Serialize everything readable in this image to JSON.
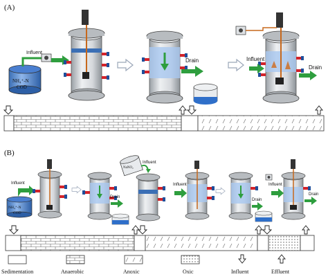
{
  "panel_a": {
    "label": "(A)",
    "influent_label": "Influent",
    "nh4_label": "NH₄⁺-N",
    "cod_label": "COD",
    "drain_label": "Drain",
    "influent2_label": "Influent",
    "drain2_label": "Drain"
  },
  "panel_b": {
    "label": "(B)",
    "influent_label": "Influent",
    "nh4_label": "NH₄⁺-N",
    "cod_label": "COD",
    "drain_label": "Drain",
    "nano2_label": "NaNO₂",
    "influent2_label": "Influent",
    "influent3_label": "Influent",
    "drain2_label": "Drain",
    "influent4_label": "Influent",
    "drain3_label": "Drain"
  },
  "legend": {
    "sedimentation": "Sedimentation",
    "anaerobic": "Anaerobic",
    "anoxic": "Anoxic",
    "oxic": "Oxic",
    "influent": "Influent",
    "effluent": "Effluent"
  },
  "colors": {
    "arrow_green": "#2e9e3e",
    "water_blue": "#2f6fc9",
    "valve_red": "#d2232a",
    "valve_blue": "#1f4f9a",
    "rod_orange": "#c7681c",
    "reactor_gray": "#c9ccd0"
  }
}
